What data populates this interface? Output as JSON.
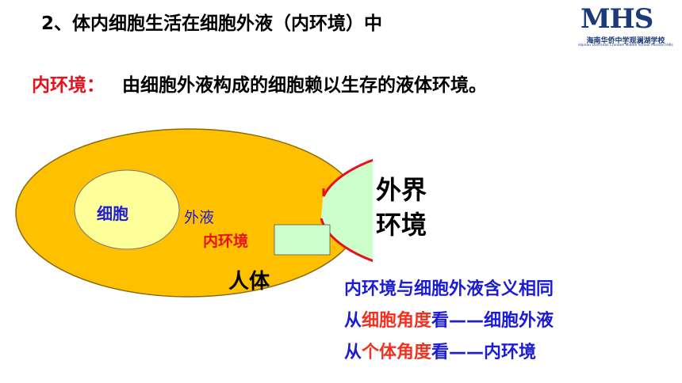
{
  "slide": {
    "title": "2、体内细胞生活在细胞外液（内环境）中",
    "logo": {
      "mark": "MHS",
      "cn": "海南华侨中学观澜湖学校",
      "en": "Hainan Overseas Chinese Middle School Mission Hills"
    },
    "definition": {
      "term": "内环境：",
      "text": "由细胞外液构成的细胞赖以生存的液体环境。"
    },
    "diagram": {
      "cell": "细胞",
      "extracellular": "外液",
      "internal_env": "内环境",
      "body": "人体",
      "outer_env_line1": "外界",
      "outer_env_line2": "环境"
    },
    "notes": {
      "line1": "内环境与细胞外液含义相同",
      "line2_a": "从",
      "line2_b": "细胞角度",
      "line2_c": "看——细胞外液",
      "line3_a": "从",
      "line3_b": "个体角度",
      "line3_c": "看——内环境"
    },
    "colors": {
      "body_fill": "#ffc000",
      "fluid_fill": "#ccffcc",
      "cell_fill": "#ffff99",
      "boundary_red": "#e8101a",
      "text_blue": "#1c1cd6",
      "text_red": "#ee3322"
    }
  }
}
